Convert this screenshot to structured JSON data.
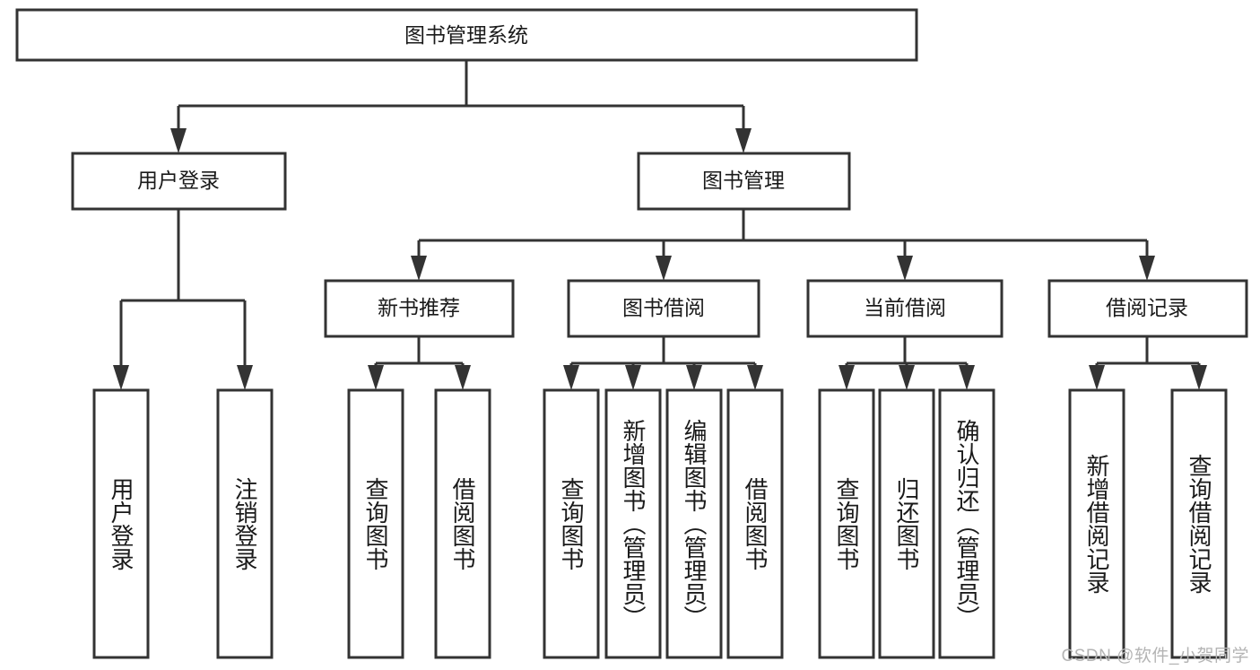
{
  "diagram": {
    "type": "tree-hierarchy",
    "title": "图书管理系统",
    "watermark": "CSDN @软件_小贺同学",
    "colors": {
      "stroke": "#333333",
      "box_fill": "#ffffff",
      "text": "#1a1a1a",
      "background": "#ffffff",
      "watermark": "#b4b4b4"
    },
    "levels": {
      "root": {
        "label": "图书管理系统"
      },
      "level2": [
        {
          "id": "user-login",
          "label": "用户登录"
        },
        {
          "id": "book-management",
          "label": "图书管理"
        }
      ],
      "level3": [
        {
          "id": "new-book-recommend",
          "label": "新书推荐",
          "parent": "book-management"
        },
        {
          "id": "book-borrow",
          "label": "图书借阅",
          "parent": "book-management"
        },
        {
          "id": "current-borrow",
          "label": "当前借阅",
          "parent": "book-management"
        },
        {
          "id": "borrow-record",
          "label": "借阅记录",
          "parent": "book-management"
        }
      ],
      "leaves": {
        "user-login": [
          {
            "id": "leaf-user-login",
            "label": "用户登录"
          },
          {
            "id": "leaf-logout-login",
            "label": "注销登录"
          }
        ],
        "new-book-recommend": [
          {
            "id": "leaf-query-book-1",
            "label": "查询图书"
          },
          {
            "id": "leaf-borrow-book-1",
            "label": "借阅图书"
          }
        ],
        "book-borrow": [
          {
            "id": "leaf-query-book-2",
            "label": "查询图书"
          },
          {
            "id": "leaf-add-book-admin",
            "label": "新增图书（管理员）"
          },
          {
            "id": "leaf-edit-book-admin",
            "label": "编辑图书（管理员）"
          },
          {
            "id": "leaf-borrow-book-2",
            "label": "借阅图书"
          }
        ],
        "current-borrow": [
          {
            "id": "leaf-query-book-3",
            "label": "查询图书"
          },
          {
            "id": "leaf-return-book",
            "label": "归还图书"
          },
          {
            "id": "leaf-confirm-return-admin",
            "label": "确认归还（管理员）"
          }
        ],
        "borrow-record": [
          {
            "id": "leaf-add-borrow-record",
            "label": "新增借阅记录"
          },
          {
            "id": "leaf-query-borrow-record",
            "label": "查询借阅记录"
          }
        ]
      }
    }
  }
}
